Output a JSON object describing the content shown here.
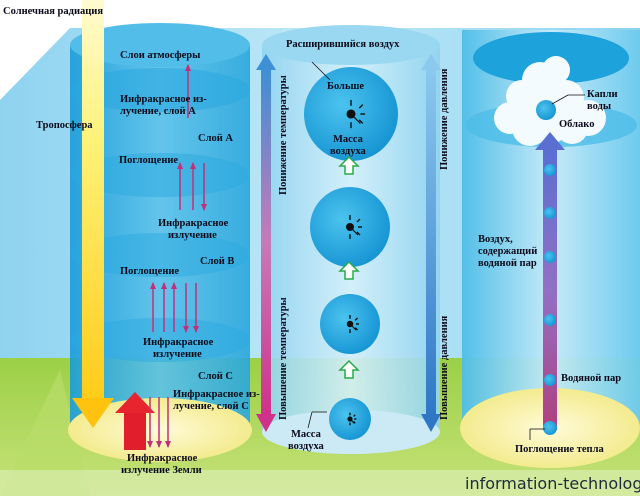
{
  "title": "Solar radiation, troposphere layers, convection and water vapor diagram",
  "watermark": "information-technology.ru",
  "colors": {
    "sky": "#29a8df",
    "sky_light": "#bfe6f5",
    "ground_green": "#a7d44a",
    "ground_yellow": "#fbf6b4",
    "sun_arrow": "#ffe21a",
    "earth_ir_arrow": "#e11e2b",
    "ir_arrow": "#c2307a",
    "green_arrow": "#2aa84a",
    "vapor_column": "#a04b8f",
    "droplet": "#1aa3dd"
  },
  "left_panel": {
    "solar_radiation": "Солнечная радиация",
    "troposphere": "Тропосфера",
    "atmosphere_layers": "Слои атмосферы",
    "ir_layer_a": [
      "Инфракрасное из-",
      "лучение, слой А"
    ],
    "layer_a": "Слой А",
    "absorption_1": "Поглощение",
    "ir_1": [
      "Инфракрасное",
      "излучение"
    ],
    "layer_b": "Слой В",
    "absorption_2": "Поглощение",
    "ir_2": [
      "Инфракрасное",
      "излучение"
    ],
    "layer_c": "Слой С",
    "ir_layer_c": [
      "Инфракрасное из-",
      "лучение, слой С"
    ],
    "earth_ir": [
      "Инфракрасное",
      "излучение Земли"
    ]
  },
  "middle_panel": {
    "expanded_air": "Расширившийся воздух",
    "bigger": "Больше",
    "air_mass_top": [
      "Масса",
      "воздуха"
    ],
    "air_mass_bottom": [
      "Масса",
      "воздуха"
    ],
    "temp_decrease": "Понижение температуры",
    "temp_increase": "Повышение температуры",
    "pressure_decrease": "Понижение давления",
    "pressure_increase": "Повышение давления",
    "bubble_count": 4
  },
  "right_panel": {
    "water_drops": [
      "Капли",
      "воды"
    ],
    "cloud": "Облако",
    "humid_air": [
      "Воздух,",
      "содержащий",
      "водяной пар"
    ],
    "water_vapor": "Водяной пар",
    "heat_absorption": "Поглощение тепла"
  }
}
